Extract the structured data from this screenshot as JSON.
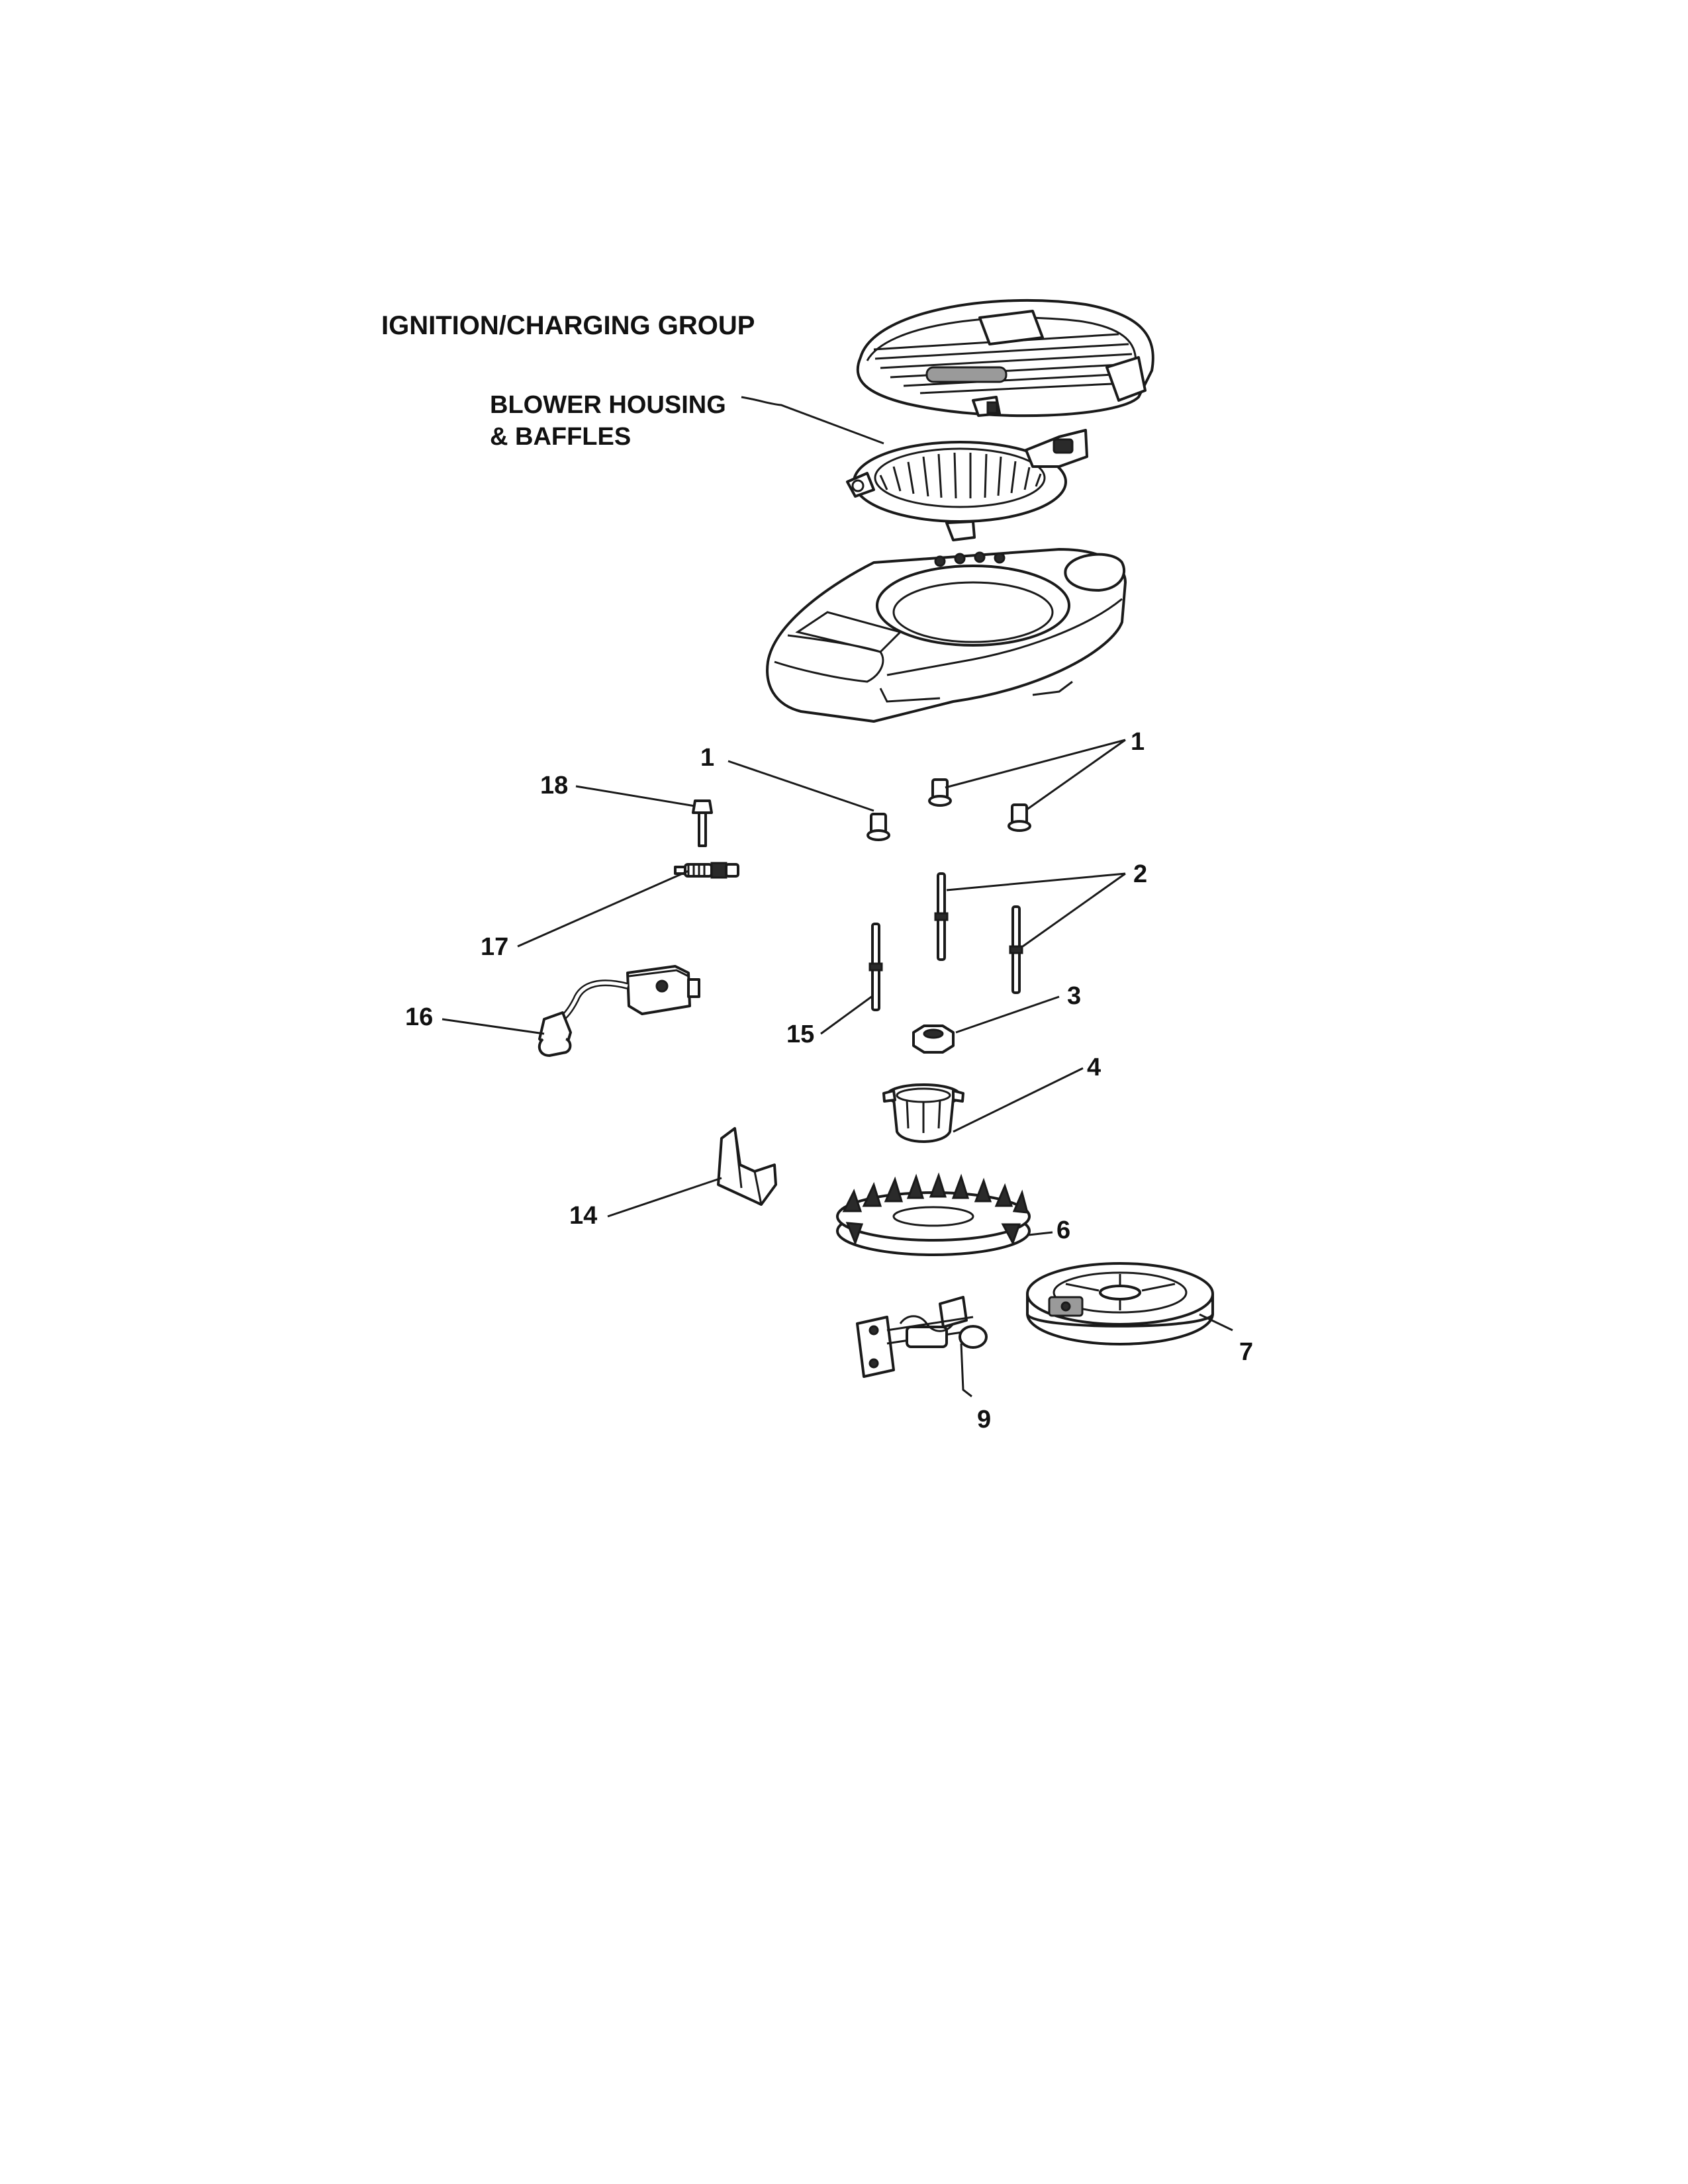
{
  "title": "IGNITION/CHARGING GROUP",
  "subtitle_line1": "BLOWER HOUSING",
  "subtitle_line2": "& BAFFLES",
  "callouts": {
    "c1a": "1",
    "c1b": "1",
    "c18": "18",
    "c2": "2",
    "c17": "17",
    "c3": "3",
    "c16": "16",
    "c15": "15",
    "c4": "4",
    "c14": "14",
    "c6": "6",
    "c7": "7",
    "c9": "9"
  }
}
